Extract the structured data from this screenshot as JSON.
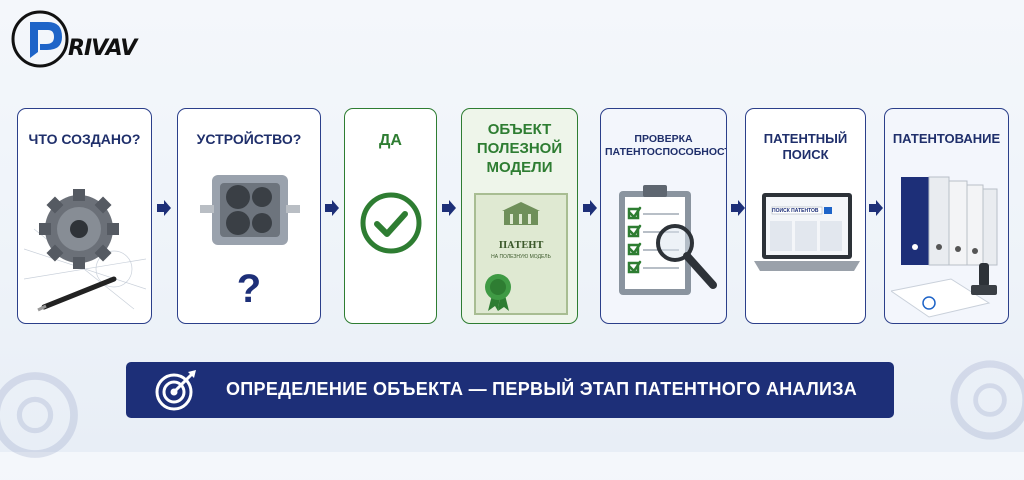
{
  "logo": {
    "text": "RIVAV"
  },
  "steps": [
    {
      "title": "ЧТО СОЗДАНО?"
    },
    {
      "title": "УСТРОЙСТВО?",
      "mark": "?"
    },
    {
      "title": "ДА"
    },
    {
      "title": "ОБЪЕКТ ПОЛЕЗНОЙ МОДЕЛИ",
      "doc_title": "ПАТЕНТ",
      "doc_subtitle": "НА ПОЛЕЗНУЮ МОДЕЛЬ"
    },
    {
      "title": "ПРОВЕРКА ПАТЕНТОСПОСОБНОСТИ"
    },
    {
      "title": "ПАТЕНТНЫЙ ПОИСК",
      "screen_label": "ПОИСК ПАТЕНТОВ"
    },
    {
      "title": "ПАТЕНТОВАНИЕ"
    }
  ],
  "banner": {
    "text": "ОПРЕДЕЛЕНИЕ ОБЪЕКТА — ПЕРВЫЙ ЭТАП ПАТЕНТНОГО АНАЛИЗА",
    "icon": "target-icon"
  },
  "colors": {
    "navy": "#1d2f78",
    "green": "#2e7d32",
    "card_border": "#2b3f8a"
  }
}
